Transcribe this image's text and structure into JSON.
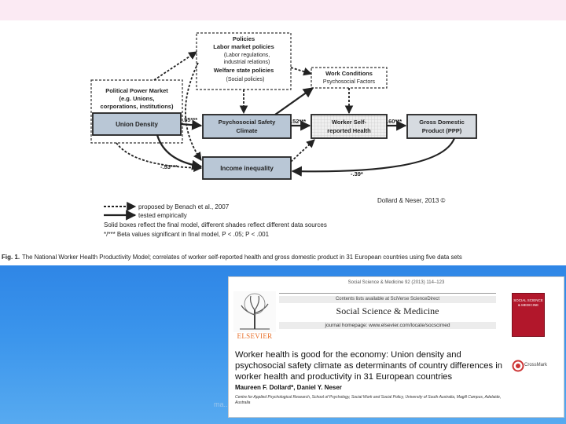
{
  "diagram": {
    "nodes": {
      "political_power_market": {
        "line1": "Political Power Market",
        "line2": "(e.g. Unions,",
        "line3": "corporations, institutions)"
      },
      "policies": {
        "title": "Policies",
        "line1": "Labor market policies",
        "line2": "(Labor regulations,",
        "line3": "industrial relations)",
        "line4": "Welfare state policies",
        "line5": "(Social policies)"
      },
      "work_conditions": {
        "line1": "Work Conditions",
        "line2": "Psychosocial Factors"
      },
      "union_density": "Union Density",
      "psc": {
        "line1": "Psychosocial Safety",
        "line2": "Climate"
      },
      "worker_health": {
        "line1": "Worker Self-",
        "line2": "reported Health"
      },
      "gdp": {
        "line1": "Gross Domestic",
        "line2": "Product (PPP)"
      },
      "income_inequality": "Income inequality"
    },
    "coefficients": {
      "ud_psc": ".55***",
      "psc_wh": ".52***",
      "wh_gdp": ".60***",
      "ud_ii": "-.53***",
      "gdp_ii": "-.39*"
    },
    "legend": {
      "dashed": "proposed by Benach et al., 2007",
      "solid": "tested empirically",
      "note1": "Solid boxes reflect the final model, different shades reflect different data sources",
      "note2": "*/*** Beta values significant in final model, P < .05; P < .001"
    },
    "credit": "Dollard & Neser, 2013 ©",
    "caption_label": "Fig. 1.",
    "caption_text": "The National Worker Health Productivity Model; correlates of worker self-reported health and gross domestic product in 31 European countries using five data sets"
  },
  "paper": {
    "journal_ref": "Social Science & Medicine 92 (2013) 114–123",
    "contents": "Contents lists available at SciVerse ScienceDirect",
    "journal_title": "Social Science & Medicine",
    "homepage": "journal homepage: www.elsevier.com/locate/socscimed",
    "publisher": "ELSEVIER",
    "cover": "SOCIAL SCIENCE & MEDICINE",
    "crossmark": "CrossMark",
    "title": "Worker health is good for the economy: Union density and psychosocial safety climate as determinants of country differences in worker health and productivity in 31 European countries",
    "authors": "Maureen F. Dollard*, Daniel Y. Neser",
    "affiliation": "Centre for Applied Psychological Research, School of Psychology, Social Work and Social Policy, University of South Australia, Magill Campus, Adelaide, Australia"
  },
  "watermark": "ma..."
}
